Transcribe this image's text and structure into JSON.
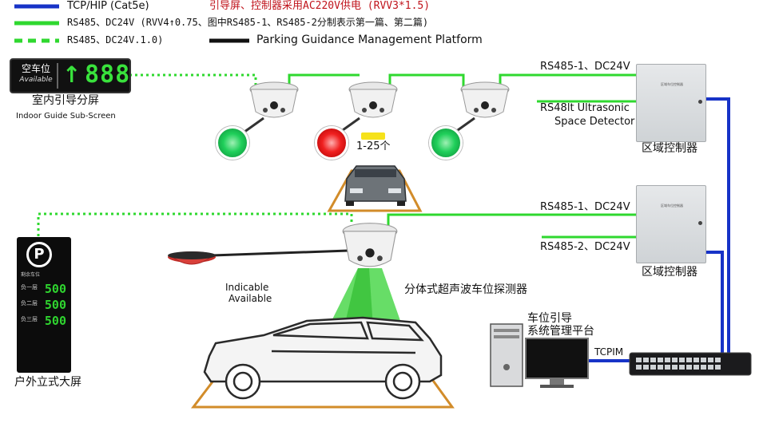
{
  "legend": [
    {
      "label": "TCP/HIP (Cat5e)",
      "color": "#1733c7",
      "style": "solid"
    },
    {
      "label": "RS485、DC24V (RVV4↑0.75、图中RS485-1、RS485-2分制表示第一篇、第二篇)",
      "color": "#2fd82f",
      "style": "solid"
    },
    {
      "label": "RS485、DC24V.1.0)",
      "color": "#2fd82f",
      "style": "dashed"
    }
  ],
  "notes": {
    "power": "引导屏、控制器采用AC220V供电 (RVV3*1.5)",
    "platform_en": "Parking Guidance Management Platform"
  },
  "sub_screen": {
    "display_top": "空车位",
    "display_bottom": "Available",
    "arrow": "↑",
    "number": "888",
    "caption_cn": "室内引导分屏",
    "caption_en": "Indoor Guide Sub-Screen"
  },
  "detector_count": "1-25个",
  "controller_top": {
    "line1": "RS485-1、DC24V",
    "line2a": "RS48lt Ultrasonic",
    "line2b": "Space Detector",
    "caption": "区域控制器",
    "plate": "区域车位控制器"
  },
  "controller_bottom": {
    "line1": "RS485-1、DC24V",
    "line2": "RS485-2、DC24V",
    "caption": "区域控制器",
    "plate": "区域车位控制器"
  },
  "indicator_label": {
    "line1": "Indicable",
    "line2": "Available"
  },
  "detector_label": "分体式超声波车位探测器",
  "outdoor_screen": {
    "caption": "户外立式大屏",
    "header": "剩余车位",
    "rows": [
      {
        "label": "负一层",
        "value": "500"
      },
      {
        "label": "负二层",
        "value": "500"
      },
      {
        "label": "负三层",
        "value": "500"
      }
    ]
  },
  "platform": {
    "line1": "车位引导",
    "line2": "系统管理平台",
    "link_label": "TCPIM"
  },
  "icons": {
    "detector": "ultrasonic-detector-icon",
    "indicator_green": "green-indicator-light-icon",
    "indicator_red": "red-indicator-light-icon",
    "car": "car-icon",
    "computer": "desktop-computer-icon",
    "switch": "network-switch-icon",
    "controller": "controller-box-icon"
  },
  "colors": {
    "network": "#1733c7",
    "rs485": "#2fd82f",
    "free": "#1fcf5a",
    "occupied": "#f02020",
    "beam": "#3cd43c",
    "parking_outline": "#d28c2a"
  }
}
